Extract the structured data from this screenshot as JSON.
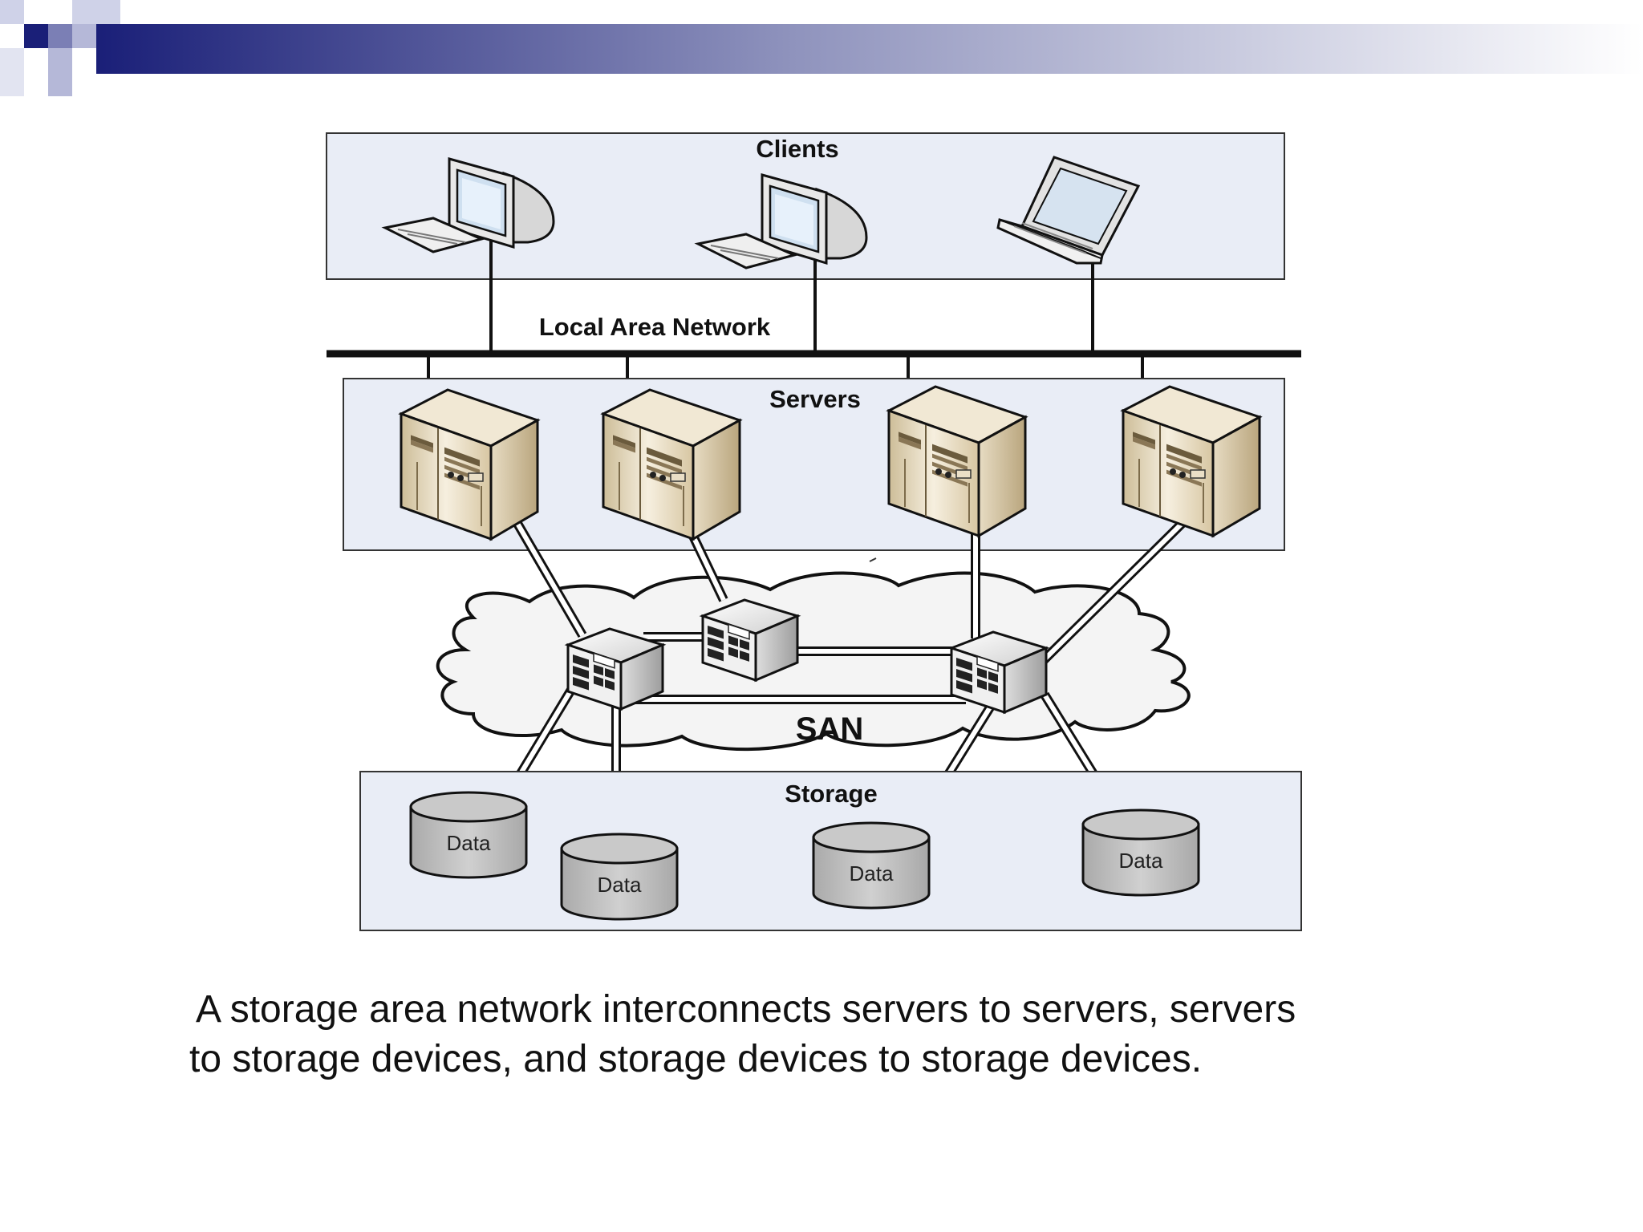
{
  "diagram": {
    "clients": {
      "title": "Clients",
      "devices": [
        "desktop-computer-icon",
        "desktop-computer-icon",
        "laptop-icon"
      ]
    },
    "lan": {
      "label": "Local Area Network"
    },
    "servers": {
      "title": "Servers",
      "count": 4
    },
    "san": {
      "label": "SAN",
      "switch_count": 3
    },
    "storage": {
      "title": "Storage",
      "disks": [
        "Data",
        "Data",
        "Data",
        "Data"
      ]
    }
  },
  "caption": {
    "line1": "A storage area network interconnects servers to servers, servers",
    "line2": "to storage devices, and storage devices to storage devices."
  },
  "colors": {
    "header_dark": "#1a1f78",
    "panel_fill": "#e9edf6",
    "server_beige": "#e2d3b4",
    "disk_gray": "#c4c4c4",
    "cloud_fill": "#f4f4f4"
  }
}
